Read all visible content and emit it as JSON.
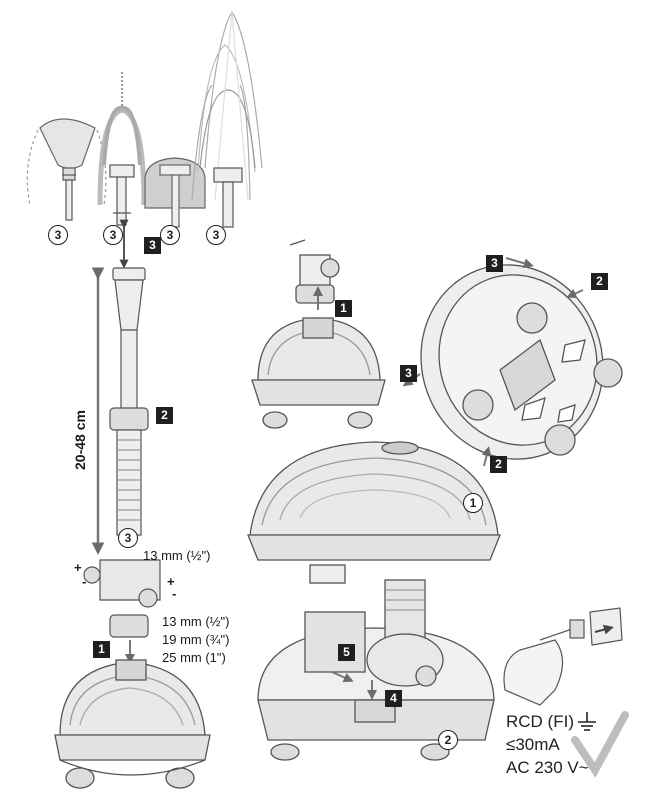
{
  "steps": {
    "circled": [
      "3",
      "3",
      "3",
      "3",
      "3",
      "1",
      "2"
    ],
    "boxed": [
      "3",
      "2",
      "1",
      "1",
      "3",
      "2",
      "3",
      "2",
      "5",
      "4"
    ]
  },
  "measurements": {
    "height_range": "20-48 cm",
    "outlet_small": "13 mm (½\")",
    "inlet_sizes": [
      "13 mm (½\")",
      "19 mm (¾\")",
      "25 mm (1\")"
    ],
    "plus": "+",
    "minus": "-"
  },
  "electrical": {
    "rcd": "RCD (FI)",
    "current": "≤30mA",
    "voltage": "AC 230 V~"
  },
  "colors": {
    "line": "#3a3a3a",
    "fill": "#f2f2f2",
    "shade": "#cfcfcf",
    "arrow": "#6b6b6b",
    "check": "#bdbdbd"
  }
}
